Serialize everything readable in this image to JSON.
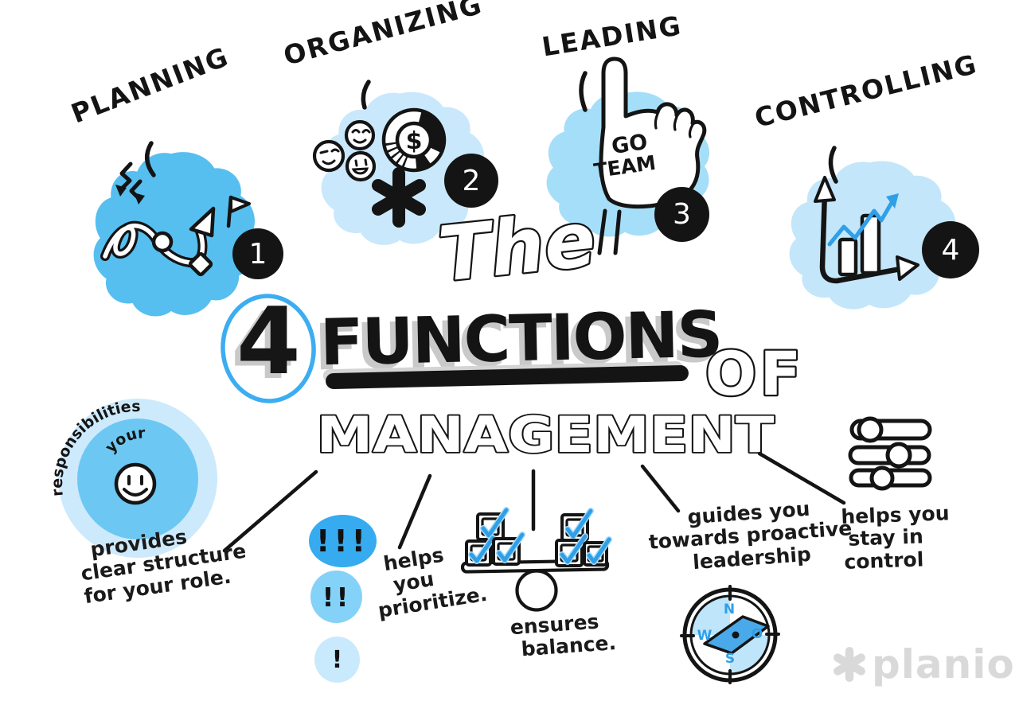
{
  "colors": {
    "accent_blue": "#3aabf0",
    "needle_blue": "#49a9e9",
    "check_blue": "#2f9fe8",
    "blob_planning": "#56bff0",
    "blob_organizing": "#c9e8fb",
    "blob_leading": "#a5def8",
    "blob_controlling": "#c3e6fa",
    "priority_high": "#36abef",
    "priority_mid": "#85d2f8",
    "priority_low": "#c9e9fc",
    "shadow_gray": "#c9c9c9",
    "logo_gray": "#d9d9d9",
    "ink": "#141414"
  },
  "functions": [
    {
      "label": "PLANNING",
      "number": "1"
    },
    {
      "label": "ORGANIZING",
      "number": "2",
      "chart_symbol": "$"
    },
    {
      "label": "LEADING",
      "number": "3",
      "foam_finger": [
        "GO",
        "TEAM"
      ]
    },
    {
      "label": "CONTROLLING",
      "number": "4"
    }
  ],
  "title": {
    "the": "The",
    "number": "4",
    "functions": "FUNCTIONS",
    "of": "OF",
    "management": "MANAGEMENT"
  },
  "responsibilities_badge": {
    "lines": [
      "your",
      "responsibilities"
    ]
  },
  "benefits": [
    {
      "name": "clear-structure",
      "lines": [
        "provides",
        "clear structure",
        "for your role."
      ]
    },
    {
      "name": "prioritize",
      "exclamations": [
        "!!!",
        "!!",
        "!"
      ],
      "lines": [
        "helps",
        "you",
        "prioritize."
      ]
    },
    {
      "name": "balance",
      "lines": [
        "ensures",
        "balance."
      ]
    },
    {
      "name": "proactive-leadership",
      "lines": [
        "guides you",
        "towards proactive",
        "leadership"
      ]
    },
    {
      "name": "stay-in-control",
      "lines": [
        "helps you",
        "stay in",
        "control"
      ]
    }
  ],
  "compass": {
    "north": "N",
    "west": "W",
    "east": "O",
    "south": "S"
  },
  "logo": {
    "text": "planio",
    "asterisk_icon": "6-spoke-asterisk"
  }
}
